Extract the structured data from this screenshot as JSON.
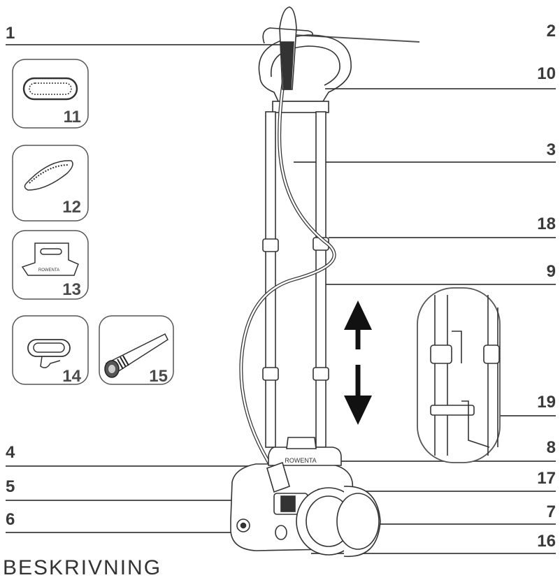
{
  "heading": "BESKRIVNING",
  "callouts_left": [
    "1",
    "4",
    "5",
    "6"
  ],
  "callouts_right": [
    "2",
    "10",
    "3",
    "18",
    "9",
    "19",
    "8",
    "17",
    "7",
    "16"
  ],
  "accessories": [
    "11",
    "12",
    "13",
    "14",
    "15"
  ],
  "brand": "ROWENTA",
  "colors": {
    "line": "#555555",
    "label": "#3a3a3a",
    "arrow": "#111111"
  }
}
